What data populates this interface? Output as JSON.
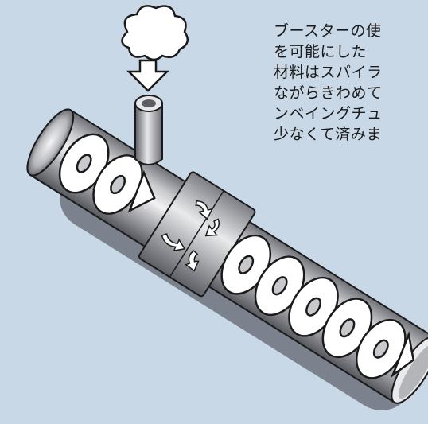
{
  "description": {
    "lines": [
      "ブースターの使",
      "を可能にした",
      "材料はスパイラ",
      "ながらきわめて",
      "ンベイングチュ",
      "少なくて済みま"
    ]
  },
  "colors": {
    "background": "#c9d8e6",
    "tube_dark": "#7a7b80",
    "tube_light": "#e6e7ea",
    "spiral_fill": "#ffffff",
    "outline": "#1a1a1a",
    "shadow": "#3c3f47"
  },
  "icons": {
    "air_cloud": "cloud-icon",
    "air_arrow": "down-arrow-icon",
    "flow_arrows": "curved-arrow-icon",
    "spiral": "spiral-flow-icon"
  }
}
